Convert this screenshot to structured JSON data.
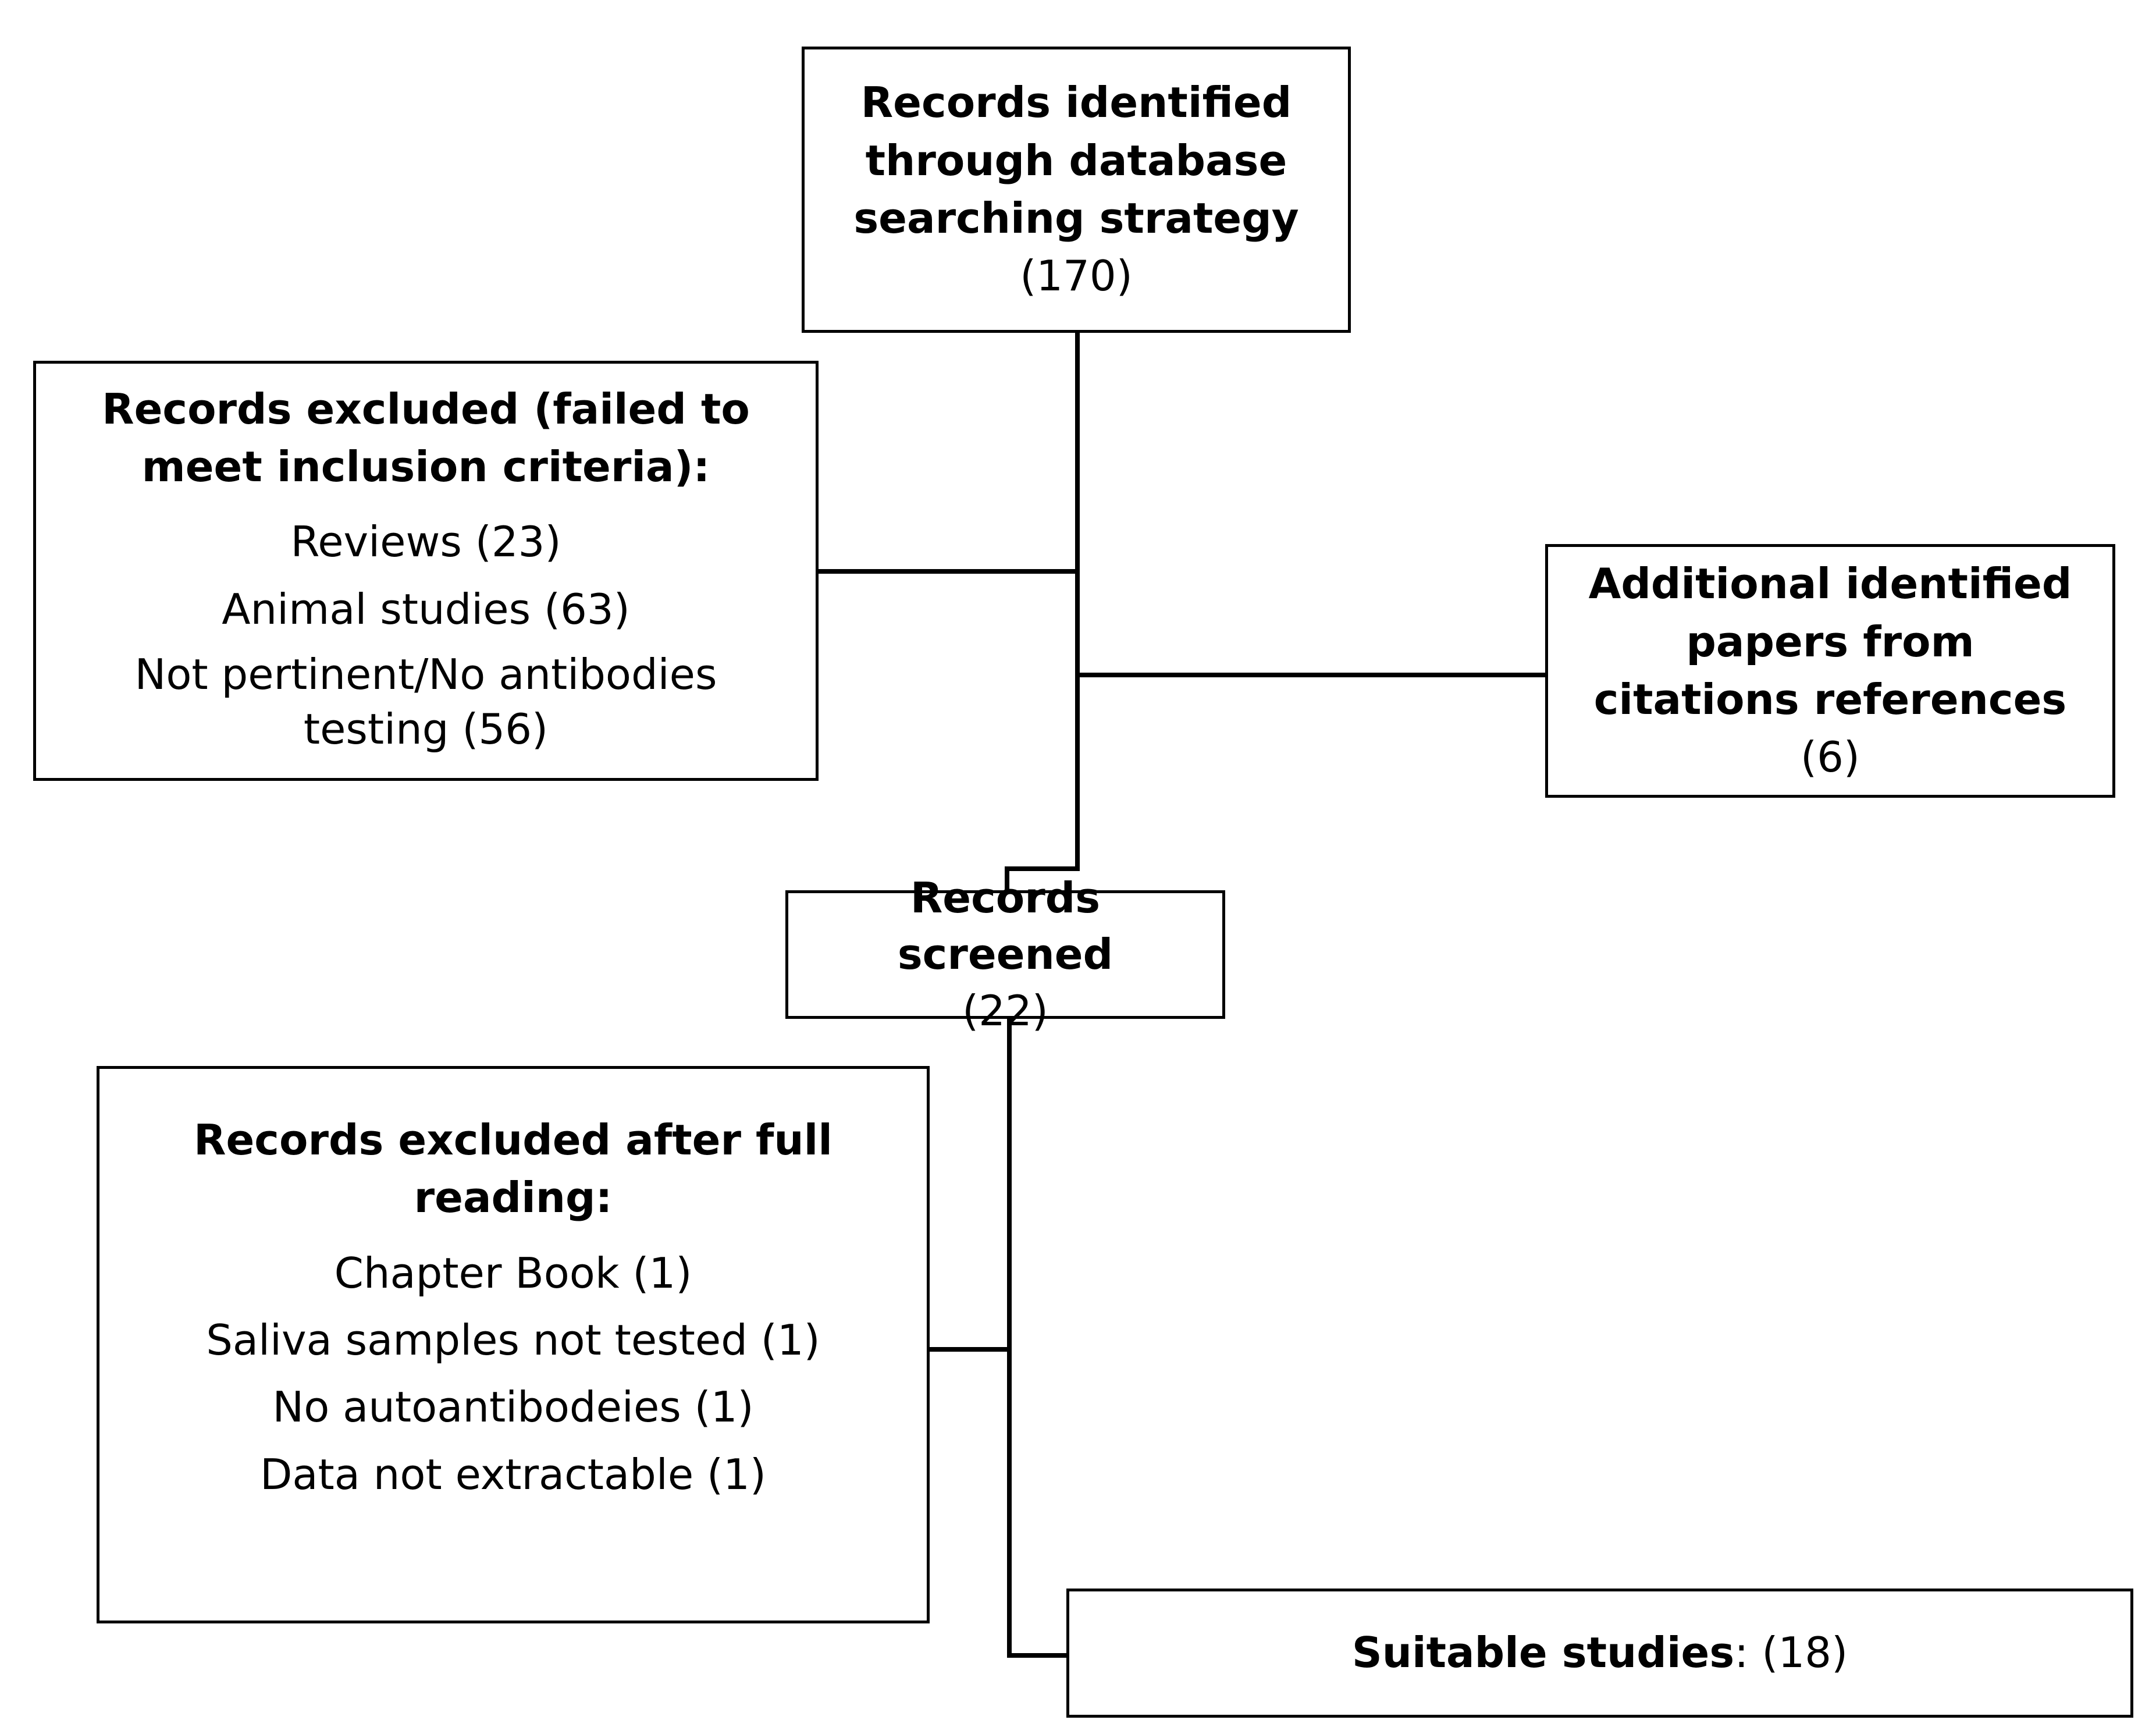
{
  "identified": {
    "bold": "Records identified through database searching strategy",
    "count": "(170)"
  },
  "excluded_criteria": {
    "title": "Records excluded (failed to meet inclusion criteria):",
    "items": [
      "Reviews (23)",
      "Animal studies (63)",
      "Not pertinent/No antibodies testing (56)"
    ]
  },
  "additional": {
    "bold": "Additional identified papers from citations references",
    "count": "(6)"
  },
  "screened": {
    "bold": "Records screened",
    "count": "(22)"
  },
  "excluded_full": {
    "title": "Records excluded after full reading:",
    "items": [
      "Chapter Book (1)",
      "Saliva samples not tested (1)",
      "No autoantibodeies (1)",
      "Data not extractable (1)"
    ]
  },
  "suitable": {
    "bold": "Suitable studies",
    "sep": ":",
    "count": "(18)"
  }
}
